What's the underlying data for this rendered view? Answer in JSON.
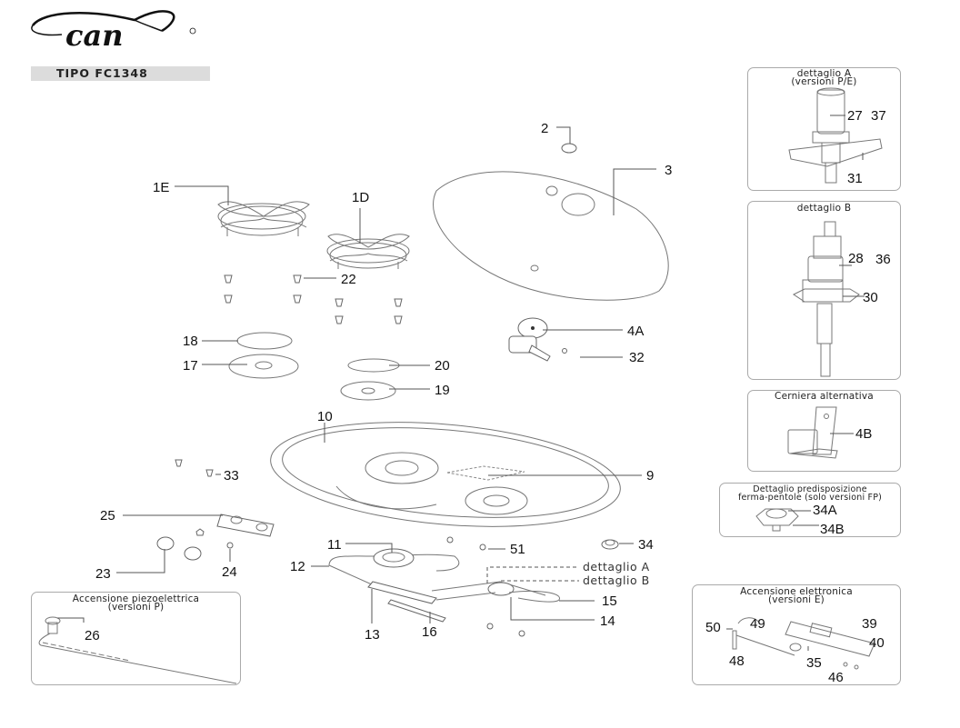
{
  "header": {
    "brand": "can",
    "model_label": "TIPO FC1348"
  },
  "callouts": {
    "c1E": "1E",
    "c1D": "1D",
    "c2": "2",
    "c3": "3",
    "c22": "22",
    "c4A": "4A",
    "c32": "32",
    "c18": "18",
    "c17": "17",
    "c20": "20",
    "c19": "19",
    "c10": "10",
    "c9": "9",
    "c33": "33",
    "c25": "25",
    "c23": "23",
    "c24": "24",
    "c11": "11",
    "c51": "51",
    "c34": "34",
    "c12": "12",
    "c13": "13",
    "c16": "16",
    "c15": "15",
    "c14": "14"
  },
  "references": {
    "detail_a": "dettaglio A",
    "detail_b": "dettaglio B"
  },
  "insets": {
    "detail_a": {
      "title_1": "dettaglio A",
      "title_2": "(versioni P/E)",
      "labels": [
        "27",
        "37",
        "31"
      ]
    },
    "detail_b": {
      "title_1": "dettaglio B",
      "labels": [
        "28",
        "36",
        "30"
      ]
    },
    "alt_hinge": {
      "title_1": "Cerniera alternativa",
      "labels": [
        "4B"
      ]
    },
    "pot_stop": {
      "title_1": "Dettaglio predisposizione",
      "title_2": "ferma-pentole (solo versioni FP)",
      "labels": [
        "34A",
        "34B"
      ]
    },
    "electronic": {
      "title_1": "Accensione elettronica",
      "title_2": "(versioni E)",
      "labels": [
        "50",
        "49",
        "48",
        "35",
        "39",
        "40",
        "46"
      ]
    },
    "piezo": {
      "title_1": "Accensione piezoelettrica",
      "title_2": "(versioni P)",
      "labels": [
        "26"
      ]
    }
  }
}
